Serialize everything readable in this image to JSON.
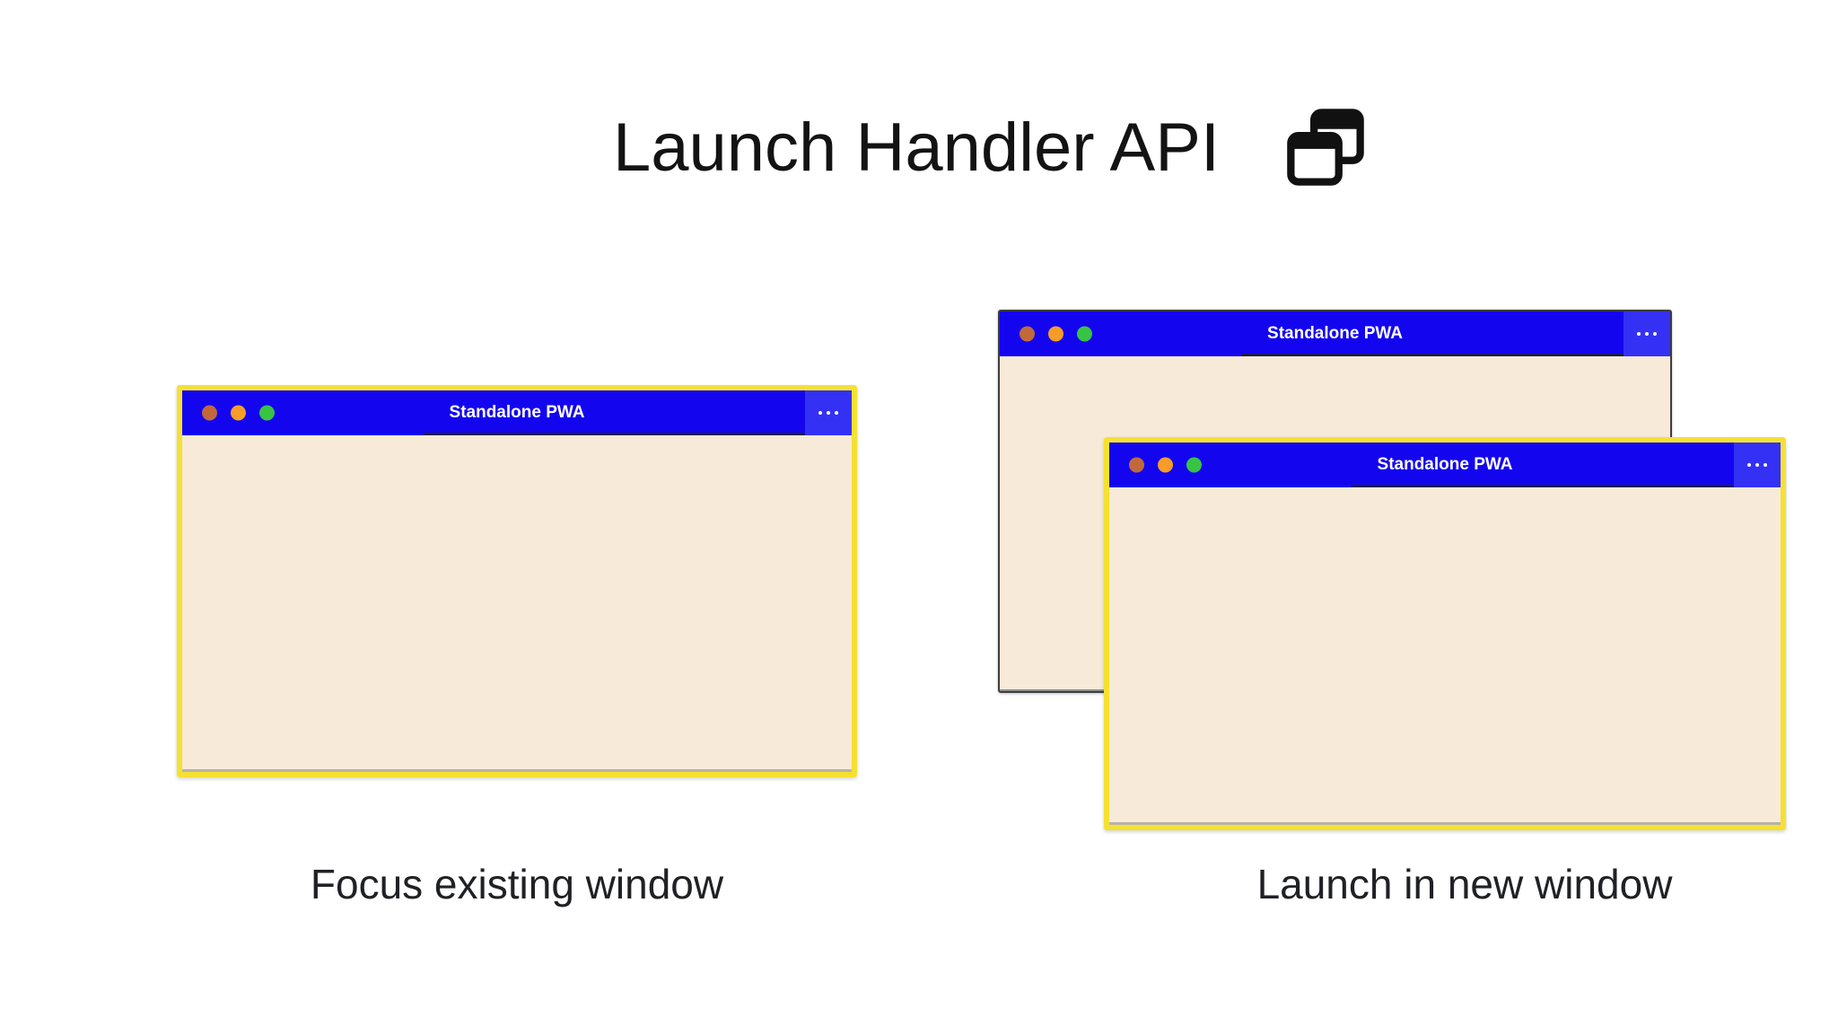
{
  "header": {
    "title": "Launch Handler API",
    "icon": "overlapping-windows-icon"
  },
  "window": {
    "title": "Standalone PWA",
    "menu_icon": "ellipsis-icon",
    "traffic_light_buttons": [
      "close",
      "minimize",
      "zoom"
    ]
  },
  "panels": [
    {
      "caption": "Focus existing window"
    },
    {
      "caption": "Launch in new window"
    }
  ],
  "colors": {
    "titlebar-blue": "#1306ef",
    "menu-button-blue": "#3431f5",
    "window-body-cream": "#f8ead9",
    "highlight-yellow": "#f5e131",
    "back-window-border": "#3d3d3d",
    "dot-red": "#c2693c",
    "dot-orange": "#f89c28",
    "dot-green": "#38c443",
    "text-black": "#131313"
  }
}
